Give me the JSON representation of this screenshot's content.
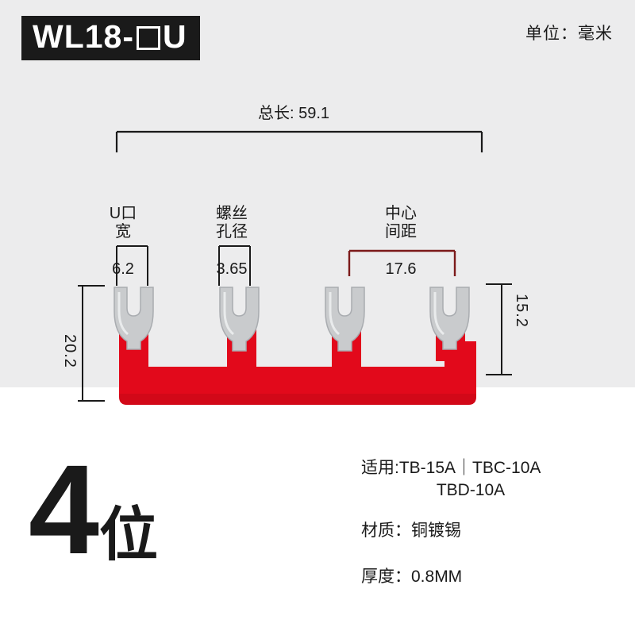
{
  "header": {
    "title_prefix": "WL18-",
    "title_suffix": "U",
    "unit_label": "单位：毫米"
  },
  "diagram": {
    "total_length_label": "总长: 59.1",
    "u_opening_label": "U口\n宽",
    "u_opening_value": "6.2",
    "screw_hole_label": "螺丝\n孔径",
    "screw_hole_value": "3.65",
    "center_spacing_label": "中心\n间距",
    "center_spacing_value": "17.6",
    "height_overall": "20.2",
    "height_terminal": "15.2",
    "body_color": "#e2091b",
    "metal_color": "#c9cbcd"
  },
  "footer": {
    "poles_number": "4",
    "poles_unit": "位",
    "applicable_label": "适用:TB-15A｜TBC-10A",
    "applicable_second": "TBD-10A",
    "material_label": "材质：铜镀锡",
    "thickness_label": "厚度：0.8MM"
  }
}
